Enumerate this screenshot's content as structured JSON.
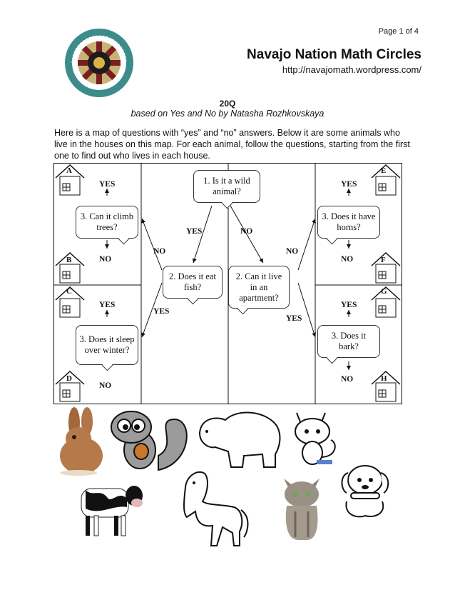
{
  "header": {
    "page_number": "Page 1 of 4",
    "title": "Navajo Nation Math Circles",
    "url": "http://navajomath.wordpress.com/",
    "logo_text": "NAVAJO NATION MATH CIRCLES"
  },
  "doc": {
    "heading": "20Q",
    "subheading": "based on Yes and No by Natasha Rozhkovskaya",
    "intro": "Here is a map of questions with “yes” and “no” answers. Below it are some animals who live in the houses on this map. For each animal, follow the questions, starting from the first one to find out who lives in each house."
  },
  "map": {
    "questions": {
      "q1": "1. Is it a wild animal?",
      "q2a": "2. Does it eat fish?",
      "q2b": "2. Can it live in an apartment?",
      "q3a": "3. Can it climb trees?",
      "q3b": "3. Does it sleep over winter?",
      "q3c": "3. Does it have horns?",
      "q3d": "3. Does it bark?"
    },
    "answers": {
      "yes": "YES",
      "no": "NO"
    },
    "houses": [
      "A",
      "B",
      "C",
      "D",
      "E",
      "F",
      "G",
      "H"
    ]
  },
  "animals": [
    "rabbit",
    "squirrel",
    "polar-bear",
    "fox",
    "cow",
    "horse",
    "kitten",
    "puppy"
  ]
}
